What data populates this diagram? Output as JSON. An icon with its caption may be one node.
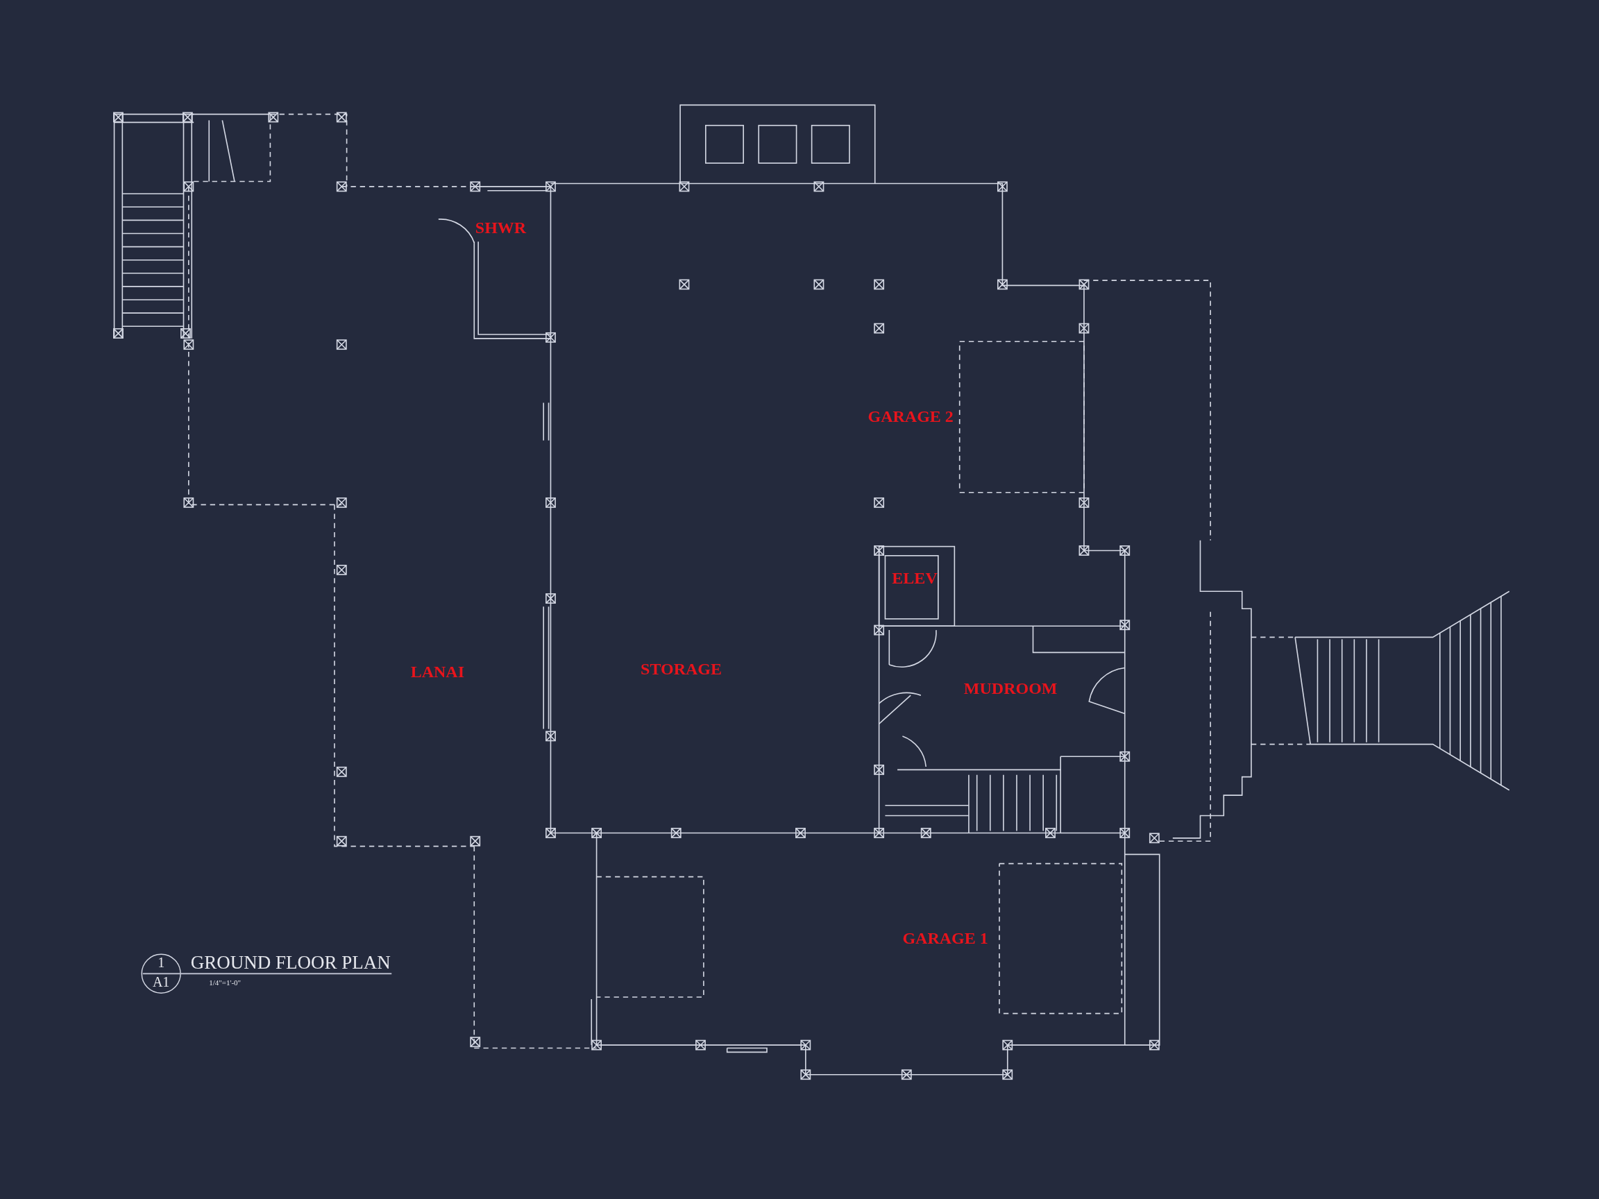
{
  "diagram": {
    "title": "GROUND FLOOR PLAN",
    "labels": [
      "SHWR",
      "GARAGE 2",
      "ELEV",
      "LANAI",
      "STORAGE",
      "MUDROOM",
      "GARAGE 1",
      "1",
      "A1",
      "1/4\"=1'-0\""
    ]
  }
}
